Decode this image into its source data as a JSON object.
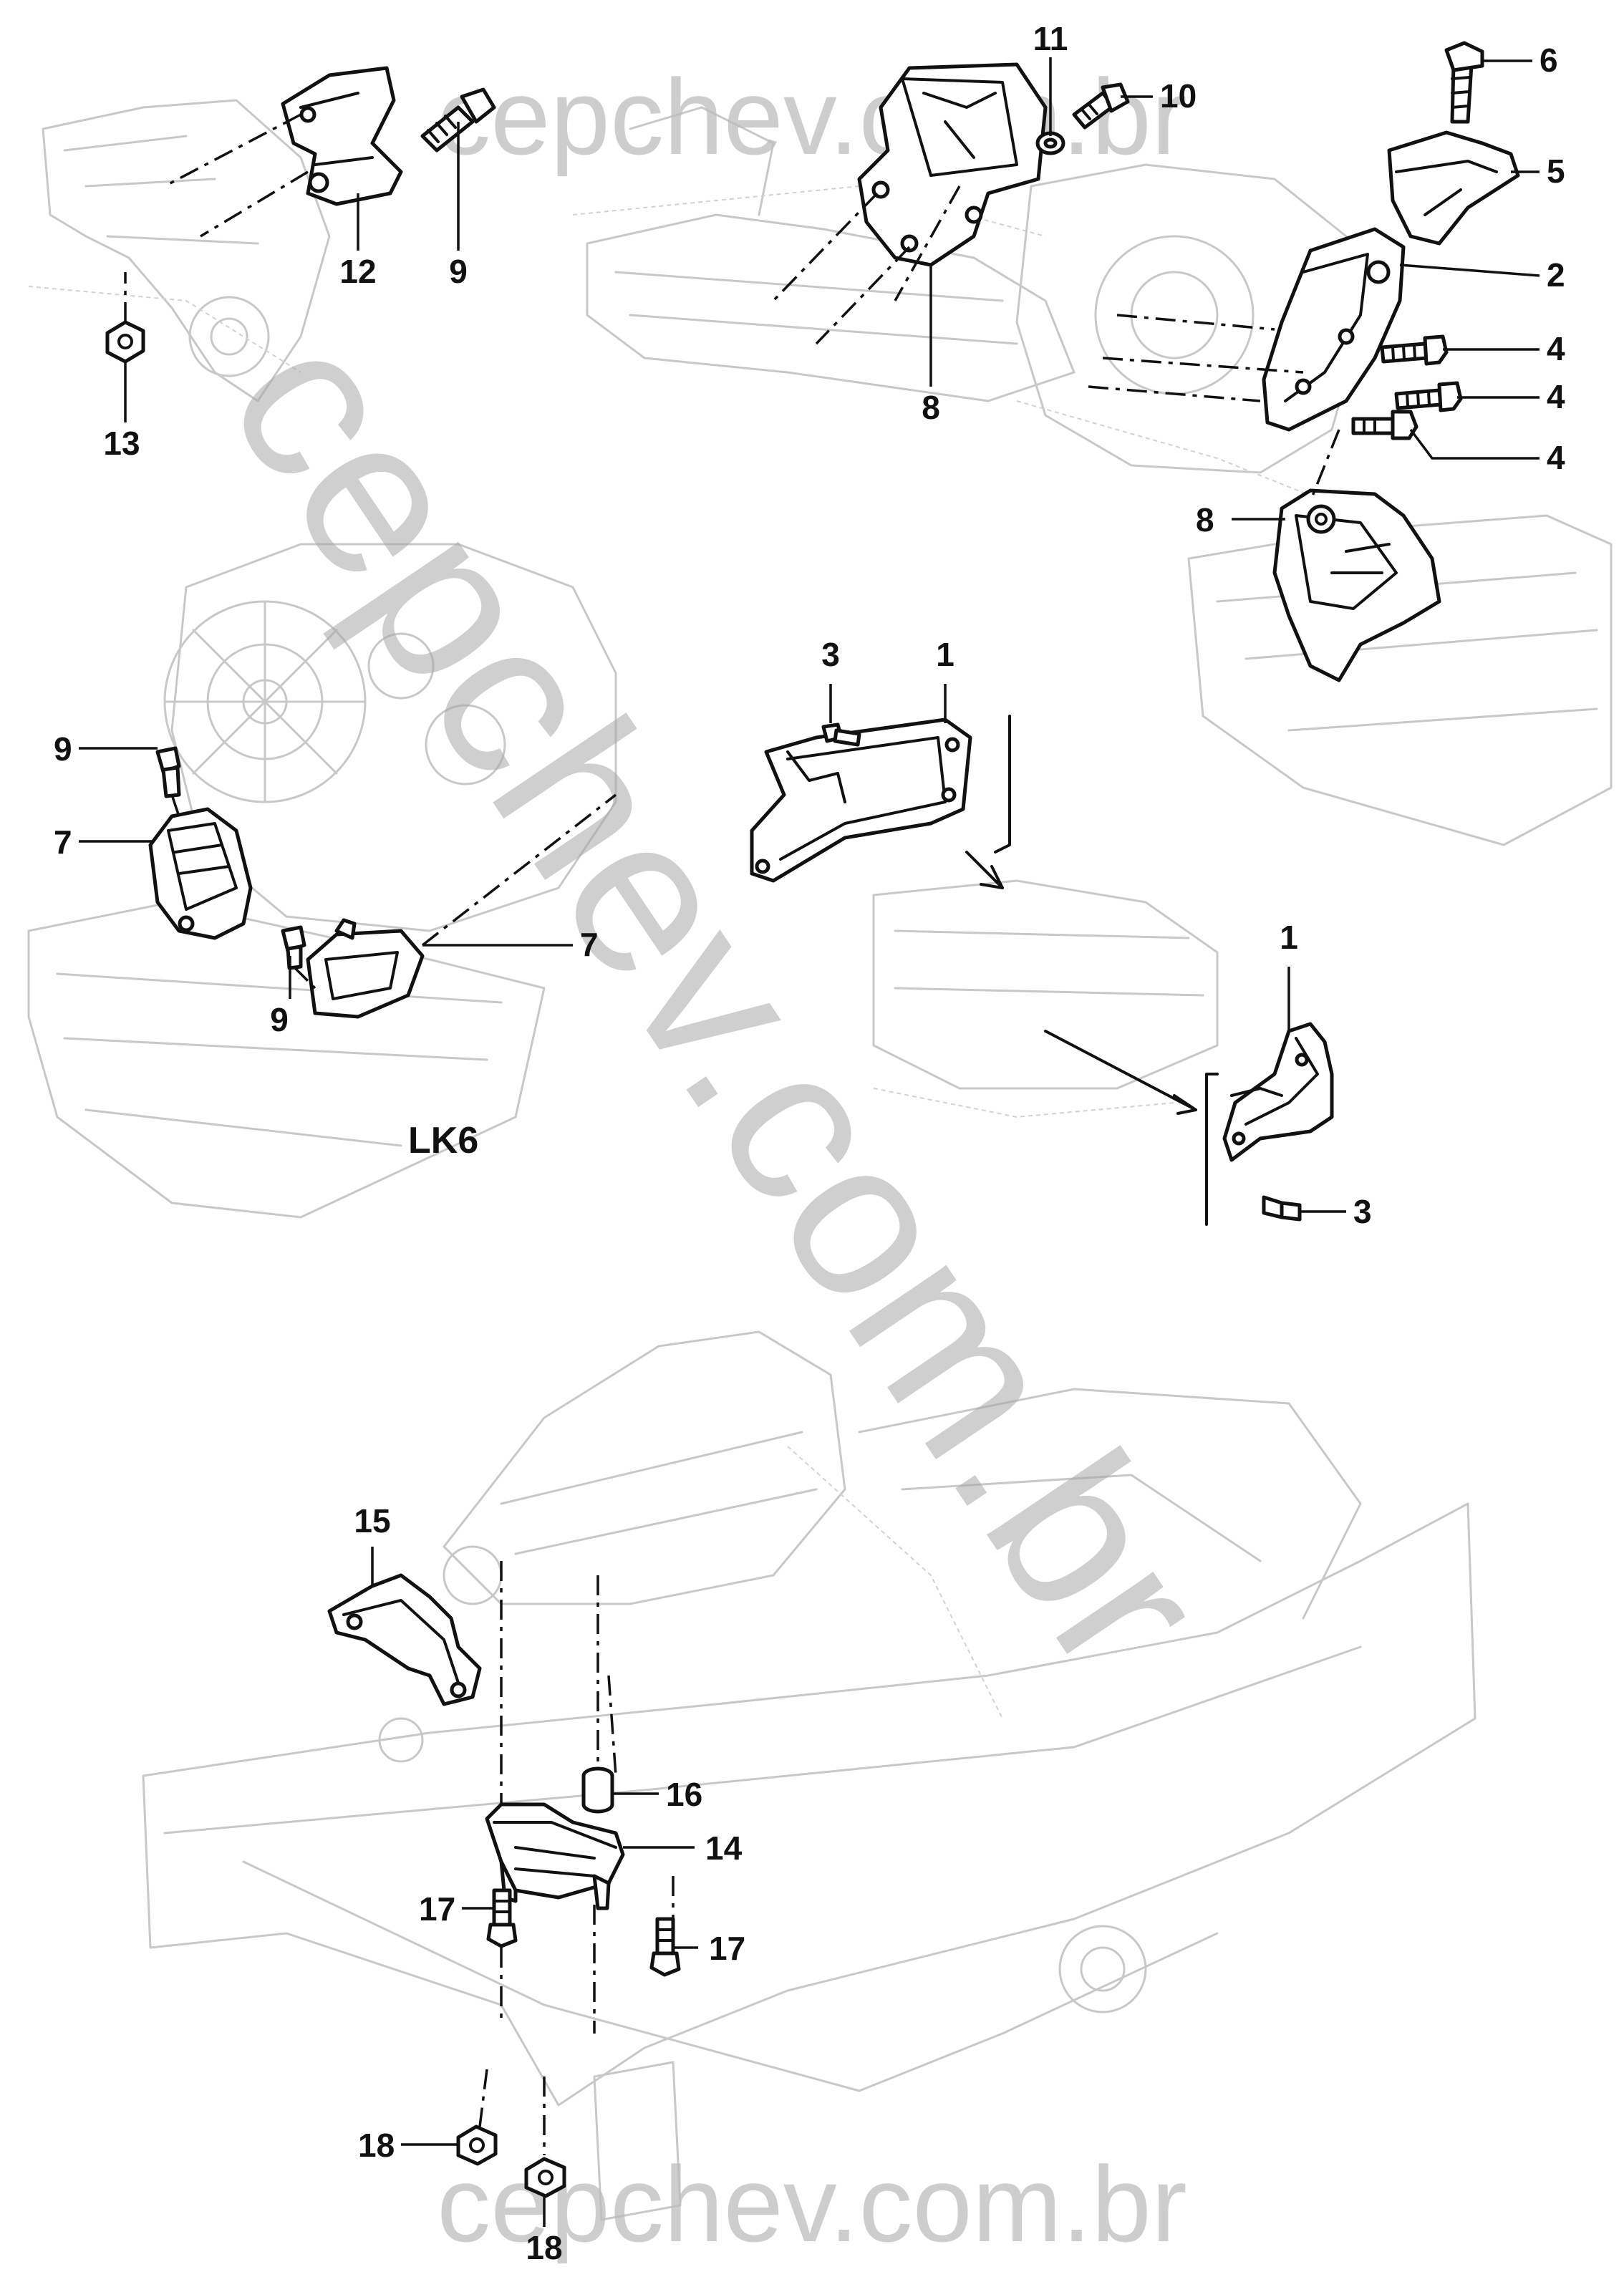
{
  "watermark": {
    "top": "cepchev.com.br",
    "bottom": "cepchev.com.br",
    "diagonal": "cepchev.com.br"
  },
  "section_label": "LK6",
  "callouts": {
    "c1a": "1",
    "c1b": "1",
    "c2": "2",
    "c3a": "3",
    "c3b": "3",
    "c4a": "4",
    "c4b": "4",
    "c4c": "4",
    "c5": "5",
    "c6": "6",
    "c7a": "7",
    "c7b": "7",
    "c8a": "8",
    "c8b": "8",
    "c9a": "9",
    "c9b": "9",
    "c9c": "9",
    "c10": "10",
    "c11": "11",
    "c12": "12",
    "c13": "13",
    "c14": "14",
    "c15": "15",
    "c16": "16",
    "c17a": "17",
    "c17b": "17",
    "c18a": "18",
    "c18b": "18"
  },
  "colors": {
    "ink": "#111111",
    "ghost": "#c8c8c8",
    "watermark": "#a9a9a9"
  }
}
